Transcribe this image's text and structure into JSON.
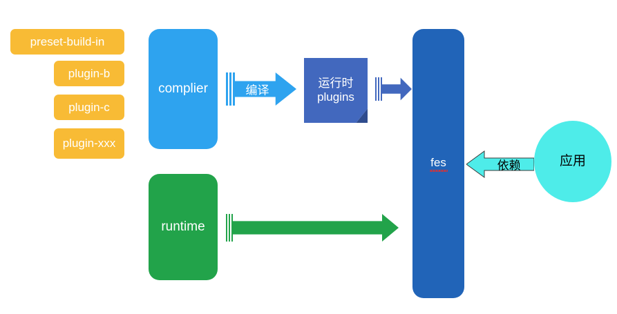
{
  "diagram": {
    "title": "fes architecture diagram",
    "background": "#ffffff",
    "palette": {
      "orange": "#f8bb35",
      "light_blue": "#2ea3ef",
      "mid_blue": "#4268be",
      "dark_blue": "#2164b8",
      "fold_blue": "#2f4c8e",
      "green": "#22a34a",
      "cyan": "#4eece9",
      "text_light": "#ffffff",
      "text_dark": "#000000",
      "spellcheck_red": "#e03030"
    },
    "plugins": [
      {
        "label": "preset-build-in"
      },
      {
        "label": "plugin-b"
      },
      {
        "label": "plugin-c"
      },
      {
        "label": "plugin-xxx"
      }
    ],
    "nodes": {
      "complier": {
        "label": "complier",
        "color": "#2ea3ef"
      },
      "runtime": {
        "label": "runtime",
        "color": "#22a34a"
      },
      "runtime_plugins": {
        "line1": "运行时",
        "line2": "plugins",
        "color": "#4268be"
      },
      "fes": {
        "label": "fes",
        "color": "#2164b8",
        "spellcheck": true
      },
      "application": {
        "label": "应用",
        "color": "#4eece9"
      }
    },
    "arrows": {
      "compile": {
        "label": "编译",
        "direction": "right",
        "color": "#2ea3ef"
      },
      "plugins_to_fes": {
        "label": "",
        "direction": "right",
        "color": "#4268be"
      },
      "runtime_to_fes": {
        "label": "",
        "direction": "right",
        "color": "#22a34a"
      },
      "dependency": {
        "label": "依赖",
        "direction": "left",
        "color": "#4eece9"
      }
    }
  }
}
